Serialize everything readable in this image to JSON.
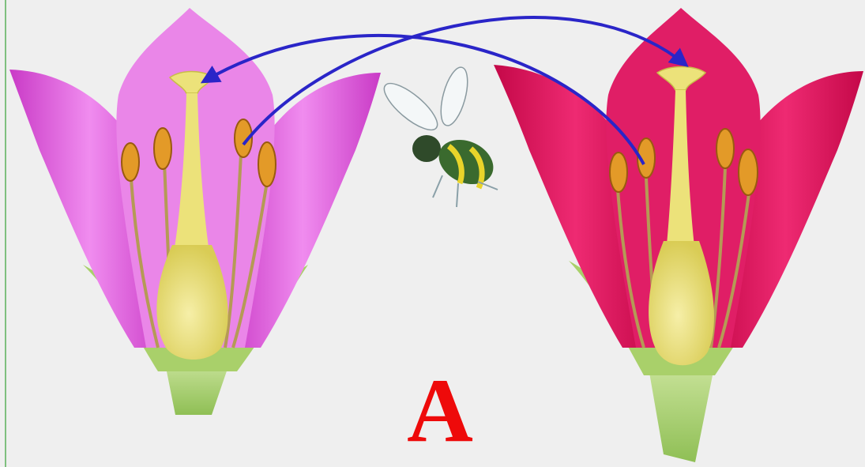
{
  "diagram": {
    "label": "A",
    "colors": {
      "background": "#efefef",
      "left_petal": "#e35ee0",
      "right_petal": "#e0105c",
      "pistil": "#ece27a",
      "anther": "#e39a28",
      "arrow": "#2a25c8",
      "sepal": "#a9cf68",
      "label": "#ee0a0a"
    },
    "icons": [
      "left-flower",
      "right-flower",
      "bee",
      "pollen-transfer-arrow"
    ]
  }
}
